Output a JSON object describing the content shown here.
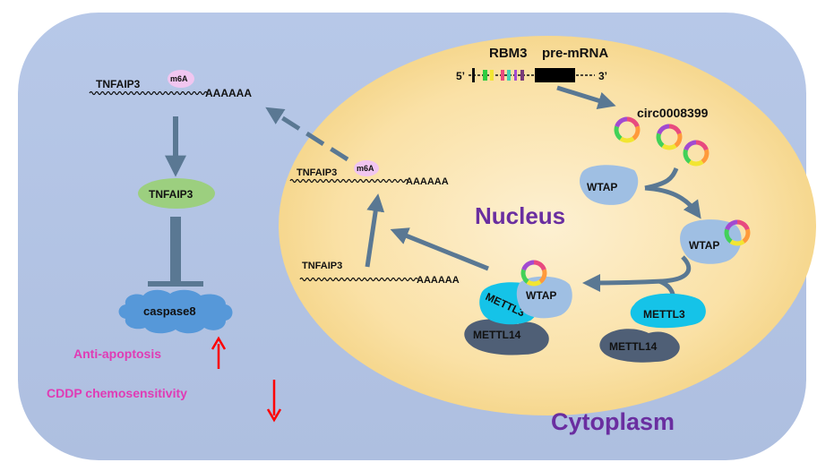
{
  "title": {
    "gene": "RBM3",
    "premrna": "pre-mRNA",
    "five_prime": "5’",
    "three_prime": "3’"
  },
  "circ_label": "circ0008399",
  "compartments": {
    "nucleus": "Nucleus",
    "cytoplasm": "Cytoplasm"
  },
  "proteins": {
    "wtap": "WTAP",
    "mettl3": "METTL3",
    "mettl14": "METTL14",
    "tnfaip3": "TNFAIP3",
    "caspase8": "caspase8"
  },
  "mrna": {
    "gene": "TNFAIP3",
    "mod": "m6A",
    "polya": "AAAAAA"
  },
  "outcomes": {
    "anti_apoptosis": "Anti-apoptosis",
    "cddp": "CDDP chemosensitivity"
  },
  "colors": {
    "cell_bg": "#b3c6e6",
    "nucleus_center": "#fbe6b8",
    "nucleus_edge": "#f7d98e",
    "arrow": "#5a7893",
    "wtap": "#9fbfe3",
    "mettl3": "#15c3e8",
    "mettl14": "#4f5f76",
    "tnfaip3_protein": "#9ccf7f",
    "caspase8": "#5698d9",
    "m6a": "#f1c6f0",
    "outcome_text": "#e03bb5",
    "red_arrow": "#ff0000",
    "label_purple": "#6a2ea0"
  }
}
